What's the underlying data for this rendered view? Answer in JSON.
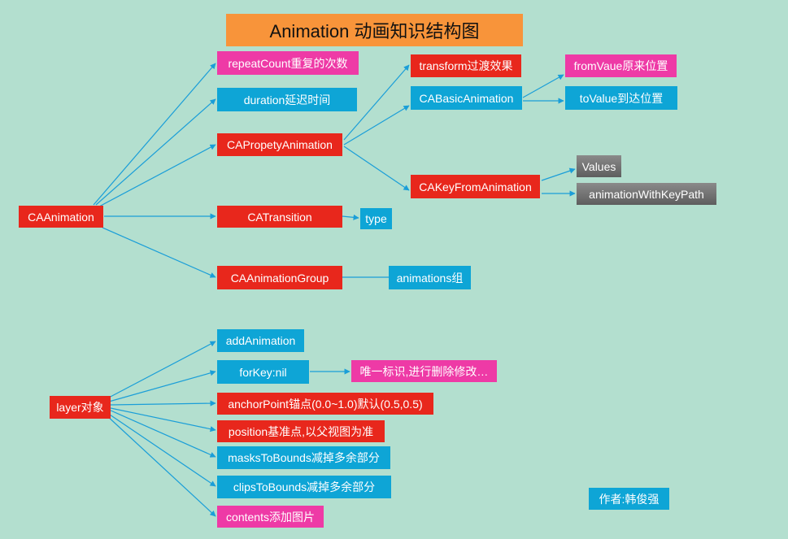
{
  "title": "Animation 动画知识结构图",
  "colors": {
    "background": "#b3dfcf",
    "title_bg": "#f8943a",
    "red": "#e8271c",
    "blue": "#0ea5d6",
    "pink": "#ee3aa6",
    "gray": "#6e6e6e",
    "edge": "#1a9ed8"
  },
  "nodes": {
    "caanimation": "CAAnimation",
    "repeatcount": "repeatCount重复的次数",
    "duration": "duration延迟时间",
    "capropety": "CAPropetyAnimation",
    "catransition": "CATransition",
    "type": "type",
    "cagroup": "CAAnimationGroup",
    "animations": "animations组",
    "transform": "transform过渡效果",
    "cabasic": "CABasicAnimation",
    "fromvalue": "fromVaue原来位置",
    "tovalue": "toValue到达位置",
    "cakeyframe": "CAKeyFromAnimation",
    "values": "Values",
    "keypath": "animationWithKeyPath",
    "layer": "layer对象",
    "addanimation": "addAnimation",
    "forkey": "forKey:nil",
    "unique": "唯一标识,进行删除修改…",
    "anchorpoint": "anchorPoint锚点(0.0~1.0)默认(0.5,0.5)",
    "position": "position基准点,以父视图为准",
    "maskstobounds": "masksToBounds减掉多余部分",
    "clipstobounds": "clipsToBounds减掉多余部分",
    "contents": "contents添加图片",
    "author": "作者:韩俊强"
  }
}
